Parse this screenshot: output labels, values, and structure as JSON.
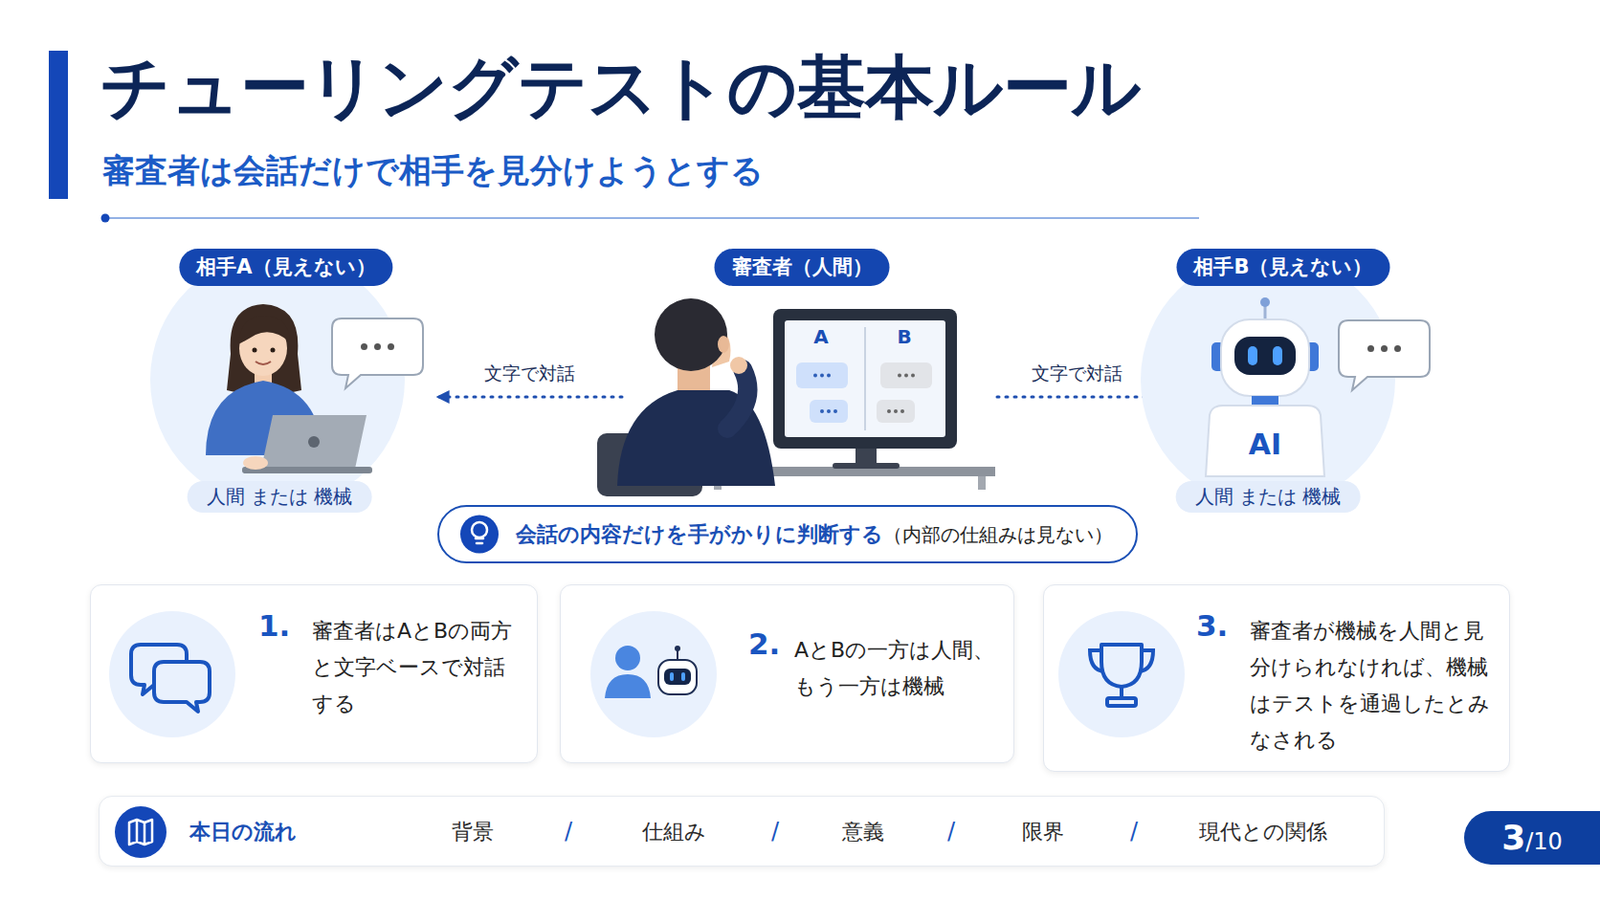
{
  "diagram": {
    "title": "チューリングテストの基本ルール",
    "caption": "審査者は会話だけで相手を見分けようとする",
    "nodes": [
      {
        "text": [
          "相手A（見えない）",
          "人間 または 機械"
        ]
      },
      {
        "text": [
          "審査者（人間）"
        ]
      },
      {
        "text": [
          "相手B（見えない）",
          "人間 または 機械"
        ]
      },
      {
        "text": [
          "会話の内容だけを手がかりに判断する",
          "（内部の仕組みは見ない）"
        ]
      },
      {
        "text": [
          "1.",
          "審査者はAとBの両方と文字ベースで対話する"
        ]
      },
      {
        "text": [
          "2.",
          "AとBの一方は人間、もう一方は機械"
        ]
      },
      {
        "text": [
          "3.",
          "審査者が機械を人間と見分けられなければ、機械はテストを通過したとみなされる"
        ]
      },
      {
        "text": [
          "本日の流れ",
          "背景",
          "仕組み",
          "意義",
          "限界",
          "現代との関係"
        ]
      },
      {
        "text": [
          "3",
          "/10"
        ]
      }
    ],
    "edges": [
      {
        "from": 1,
        "to": 0,
        "arrow": "to",
        "label": "文字で対話"
      },
      {
        "from": 1,
        "to": 2,
        "arrow": "to",
        "label": "文字で対話"
      }
    ],
    "labels": [
      "A",
      "B",
      "AI",
      "/",
      "/",
      "/",
      "/"
    ]
  }
}
